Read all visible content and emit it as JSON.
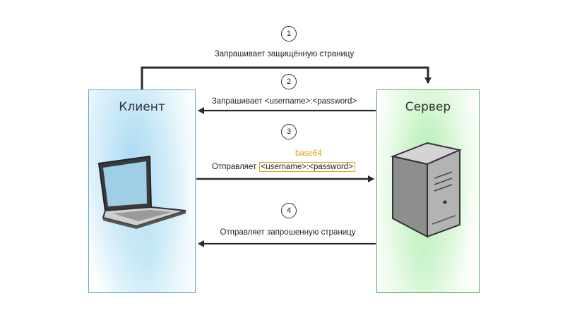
{
  "client": {
    "title": "Клиент"
  },
  "server": {
    "title": "Сервер"
  },
  "steps": [
    {
      "number": "1",
      "text": "Запрашивает защищённую страницу"
    },
    {
      "number": "2",
      "text": "Запрашивает <username>:<password>"
    },
    {
      "number": "3",
      "prefix": "Отправляет",
      "encoding": "base64",
      "credentials": "<username>:<password>"
    },
    {
      "number": "4",
      "text": "Отправляет запрошенную страницу"
    }
  ],
  "colors": {
    "client_border": "#5fa8c8",
    "server_border": "#59a85e",
    "highlight": "#e09a17",
    "line": "#2a2a2a"
  },
  "icons": {
    "client": "laptop-icon",
    "server": "server-tower-icon"
  }
}
